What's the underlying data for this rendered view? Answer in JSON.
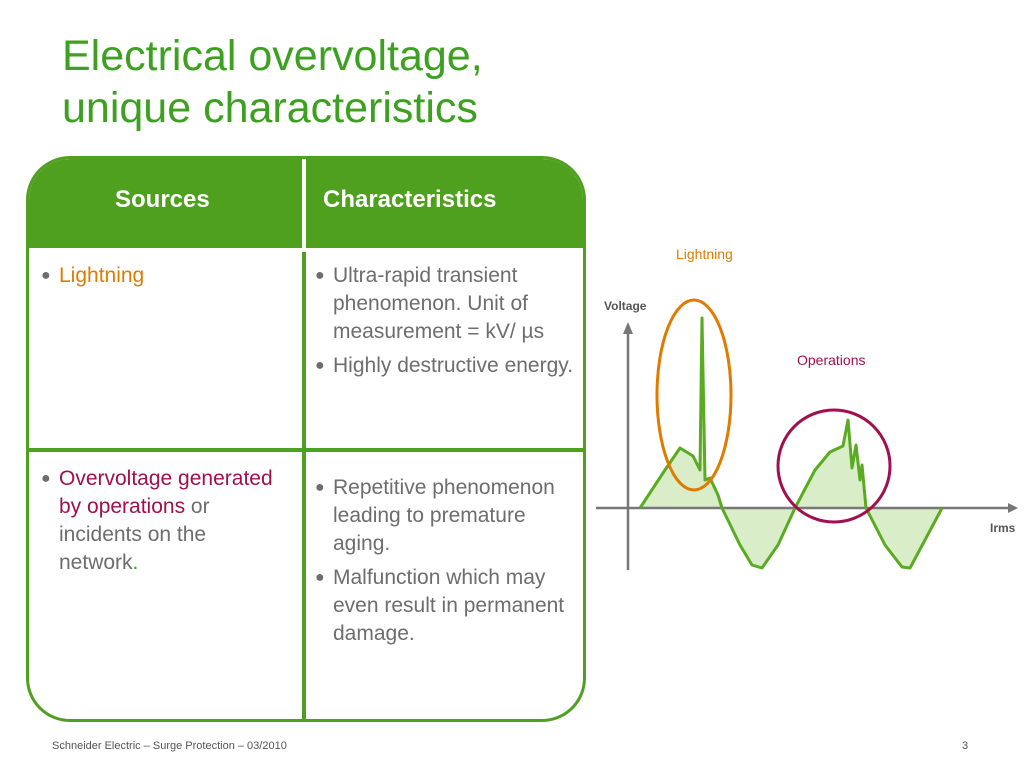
{
  "title": {
    "line1": "Electrical overvoltage,",
    "line2": "unique characteristics"
  },
  "table": {
    "headers": [
      "Sources",
      "Characteristics"
    ],
    "rows": [
      {
        "source": {
          "highlight": "Lightning",
          "rest": ""
        },
        "characteristics": [
          "Ultra-rapid transient phenomenon. Unit of measurement = kV/ µs",
          "Highly destructive energy."
        ]
      },
      {
        "source": {
          "highlight": "Overvoltage generated by operations",
          "rest": " or incidents on the network",
          "end": "."
        },
        "characteristics": [
          "Repetitive phenomenon leading to premature aging.",
          "Malfunction which may even result in permanent damage."
        ]
      }
    ]
  },
  "diagram": {
    "label_lightning": "Lightning",
    "label_operations": "Operations",
    "axis_y": "Voltage",
    "axis_x": "Irms",
    "colors": {
      "wave": "#5aaa22",
      "fill": "#d8edc8",
      "lightning_circle": "#e07b00",
      "operations_circle": "#a0104e",
      "axis": "#777777"
    }
  },
  "footer": {
    "text": "Schneider Electric – Surge Protection – 03/2010",
    "page": "3"
  }
}
